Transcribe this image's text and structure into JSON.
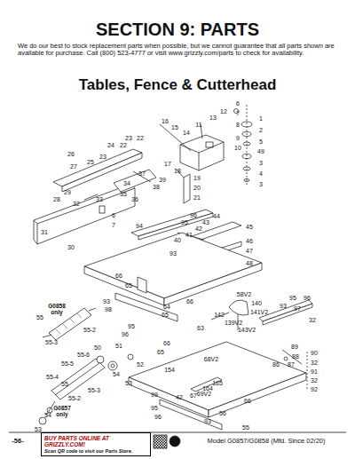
{
  "diagram": {
    "title": "SECTION 9: PARTS",
    "nodes": [
      {
        "text": [
          "BUY PARTS ONLINE AT GRIZZLY.COM!",
          "Scan QR code to visit our Parts Store."
        ]
      }
    ],
    "labels": [
      "We do our best to stock replacement parts when possible, but we cannot guarantee that all parts shown are available for purchase. Call (800) 523-4777 or visit www.grizzly.com/parts to check for availability.",
      "Tables, Fence & Cutterhead",
      "6",
      "12",
      "7",
      "13",
      "8",
      "16",
      "15",
      "14",
      "11",
      "1",
      "2",
      "5",
      "49",
      "3",
      "4",
      "9",
      "10",
      "3",
      "23",
      "22",
      "24",
      "22",
      "26",
      "25",
      "23",
      "27",
      "17",
      "18",
      "19",
      "20",
      "21",
      "37",
      "39",
      "38",
      "34",
      "35",
      "36",
      "29",
      "28",
      "32",
      "33",
      "6",
      "7",
      "31",
      "30",
      "96",
      "95",
      "43",
      "44",
      "42",
      "45",
      "94",
      "41",
      "40",
      "46",
      "47",
      "93",
      "48",
      "66",
      "65",
      "64",
      "66",
      "93",
      "98",
      "65",
      "95",
      "96",
      "58V2",
      "142",
      "140",
      "141V2",
      "139V2",
      "143V2",
      "63",
      "95",
      "96",
      "93",
      "97",
      "32",
      "G0858 only",
      "55",
      "55-2",
      "55-3",
      "50",
      "51",
      "52",
      "55-6",
      "55-5",
      "54",
      "53",
      "55-4",
      "55",
      "55-3",
      "55-2",
      "G0857 only",
      "54",
      "53",
      "66",
      "65",
      "154",
      "68V2",
      "99",
      "42",
      "67",
      "69V2",
      "164",
      "165",
      "95",
      "96",
      "93",
      "56",
      "55",
      "66",
      "89",
      "88",
      "87",
      "86",
      "90",
      "32",
      "91",
      "32",
      "92",
      "-56-",
      "Model G0857/G0858 (Mfd. Since 02/20)"
    ]
  }
}
